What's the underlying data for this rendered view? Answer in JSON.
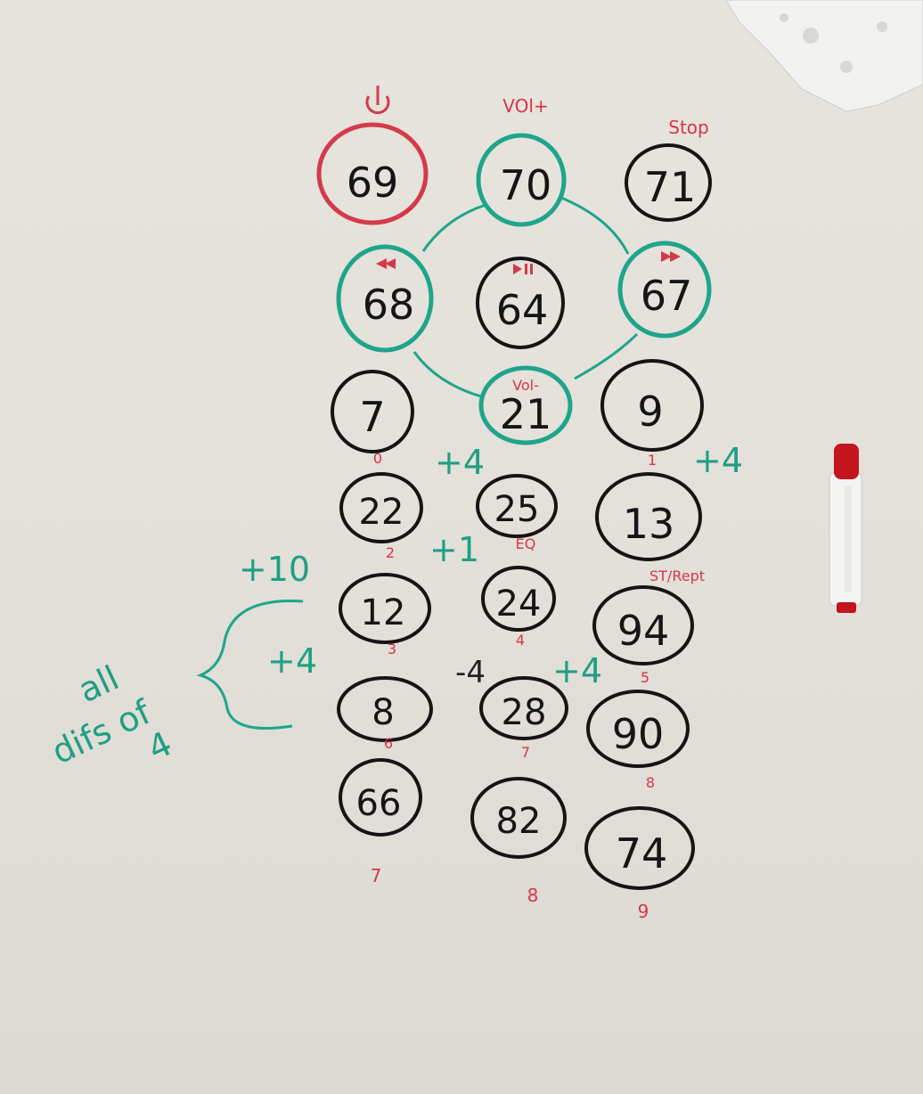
{
  "icons": {
    "power": "power-icon",
    "rewind": "rewind-icon",
    "play_pause": "play-pause-icon",
    "fast_forward": "fast-forward-icon"
  },
  "colors": {
    "board": "#e5e3db",
    "black_marker": "#141414",
    "red_marker": "#d43a4c",
    "teal_marker": "#1ea58c"
  },
  "buttons": [
    {
      "id": "69",
      "value": "69"
    },
    {
      "id": "70",
      "value": "70"
    },
    {
      "id": "71",
      "value": "71"
    },
    {
      "id": "68",
      "value": "68"
    },
    {
      "id": "64",
      "value": "64"
    },
    {
      "id": "67",
      "value": "67"
    },
    {
      "id": "7",
      "value": "7"
    },
    {
      "id": "21",
      "value": "21"
    },
    {
      "id": "9",
      "value": "9"
    },
    {
      "id": "22",
      "value": "22"
    },
    {
      "id": "25",
      "value": "25"
    },
    {
      "id": "13",
      "value": "13"
    },
    {
      "id": "12",
      "value": "12"
    },
    {
      "id": "24",
      "value": "24"
    },
    {
      "id": "94",
      "value": "94"
    },
    {
      "id": "8",
      "value": "8"
    },
    {
      "id": "28",
      "value": "28"
    },
    {
      "id": "90",
      "value": "90"
    },
    {
      "id": "66",
      "value": "66"
    },
    {
      "id": "82",
      "value": "82"
    },
    {
      "id": "74",
      "value": "74"
    }
  ],
  "red_labels": {
    "vol_plus": "VOl+",
    "stop": "Stop",
    "vol_minus": "Vol-",
    "eq": "EQ",
    "st_rept": "ST/Rept"
  },
  "digit_labels": [
    "0",
    "1",
    "2",
    "3",
    "4",
    "5",
    "6",
    "7",
    "8",
    "9"
  ],
  "notes": {
    "plus4_a": "+4",
    "plus4_b": "+4",
    "plus1": "+1",
    "plus10": "+10",
    "plus4_c": "+4",
    "minus4": "-4",
    "plus4_d": "+4",
    "all_line1": "all",
    "all_line2": "difs of",
    "all_line3": "4"
  }
}
